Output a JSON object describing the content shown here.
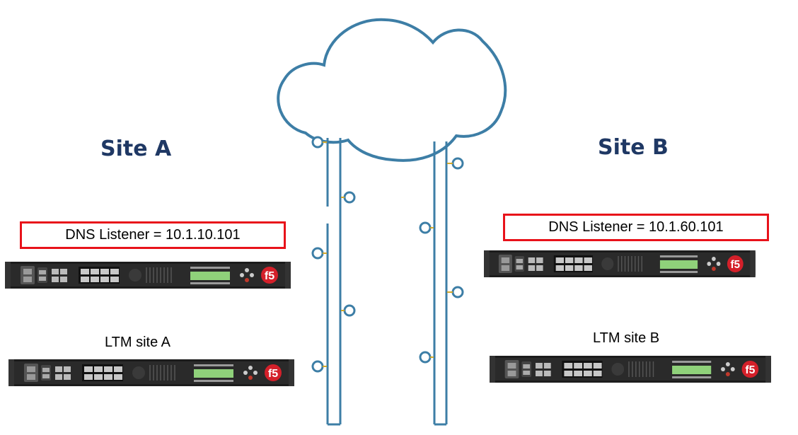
{
  "site_a": {
    "title": "Site A",
    "listener": "DNS Listener = 10.1.10.101",
    "ltm_label": "LTM site A"
  },
  "site_b": {
    "title": "Site B",
    "listener": "DNS Listener = 10.1.60.101",
    "ltm_label": "LTM site B"
  },
  "colors": {
    "site_title": "#1f3864",
    "cloud_stroke": "#3d7ea6",
    "listener_border": "#e8121a",
    "device_body": "#1c1c1c",
    "f5_logo": "#d4202a"
  },
  "icons": {
    "cloud": "cloud-icon",
    "device": "f5-appliance-icon"
  }
}
